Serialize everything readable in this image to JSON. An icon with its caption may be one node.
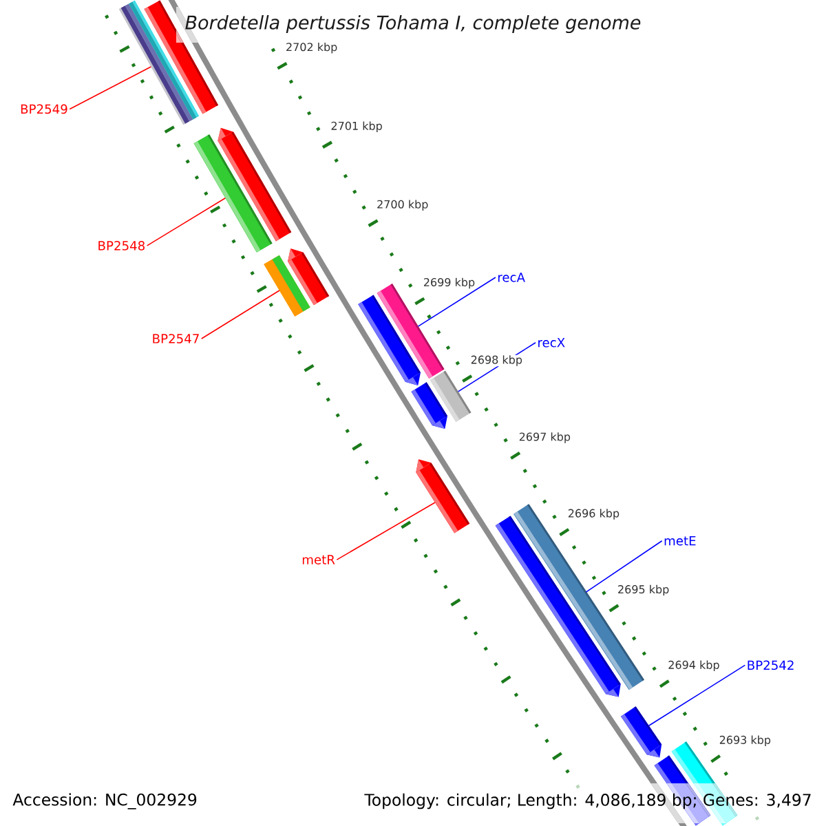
{
  "diagram": {
    "title": "Bordetella pertussis Tohama I, complete genome",
    "nodes": [
      {
        "text": [
          "BP2549"
        ]
      },
      {
        "text": [],
        "shape": "bar"
      },
      {
        "text": [
          "BP2548"
        ]
      },
      {
        "text": [],
        "shape": "bar"
      },
      {
        "text": [
          "recA"
        ]
      },
      {
        "text": [],
        "shape": "bar"
      },
      {
        "text": [
          "BP2547"
        ]
      },
      {
        "text": [],
        "shape": "bar"
      },
      {
        "text": [
          "recX"
        ]
      },
      {
        "text": [],
        "shape": "bar"
      },
      {
        "text": [
          "metE"
        ]
      },
      {
        "text": [],
        "shape": "bar"
      },
      {
        "text": [
          "metR"
        ]
      },
      {
        "text": [],
        "shape": "bar"
      },
      {
        "text": [
          "BP2542"
        ]
      },
      {
        "text": [],
        "shape": "bar"
      }
    ],
    "edges": [
      {
        "from": 0,
        "to": 1,
        "arrow": "none",
        "color": "#ff0000"
      },
      {
        "from": 2,
        "to": 3,
        "arrow": "none",
        "color": "#ff0000"
      },
      {
        "from": 4,
        "to": 5,
        "arrow": "none",
        "color": "#0000ff"
      },
      {
        "from": 6,
        "to": 7,
        "arrow": "none",
        "color": "#ff0000"
      },
      {
        "from": 8,
        "to": 9,
        "arrow": "none",
        "color": "#0000ff"
      },
      {
        "from": 10,
        "to": 11,
        "arrow": "none",
        "color": "#0000ff"
      },
      {
        "from": 12,
        "to": 13,
        "arrow": "none",
        "color": "#ff0000"
      },
      {
        "from": 14,
        "to": 15,
        "arrow": "none",
        "color": "#0000ff"
      }
    ],
    "labels": [
      "2702 kbp",
      "2701 kbp",
      "2700 kbp",
      "2699 kbp",
      "2698 kbp",
      "2697 kbp",
      "2696 kbp",
      "2695 kbp",
      "2694 kbp",
      "2693 kbp",
      "Accession: NC_002929",
      "Topology: circular; Length: 4,086,189 bp; Genes: 3,497"
    ]
  }
}
